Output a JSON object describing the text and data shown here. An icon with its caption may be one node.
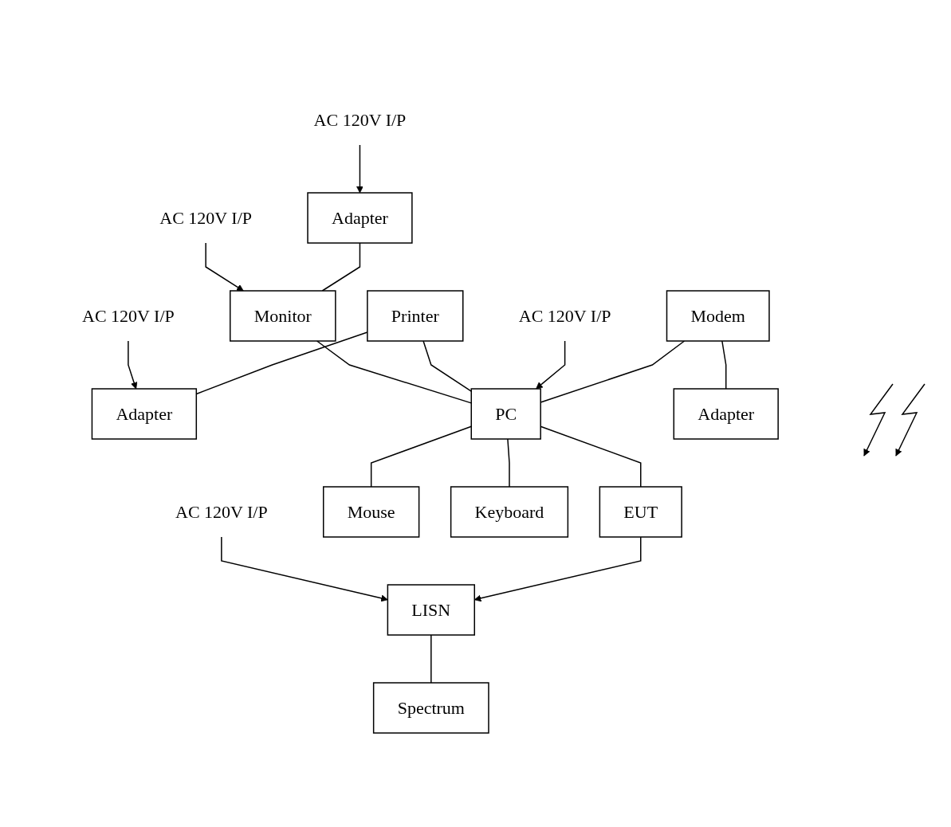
{
  "diagram": {
    "nodes": [
      {
        "text": [
          "AC 120V I/P"
        ]
      },
      {
        "text": [
          "AC 120V I/P"
        ]
      },
      {
        "text": [
          "AC 120V I/P"
        ]
      },
      {
        "text": [
          "Adapter"
        ]
      },
      {
        "text": [
          "Monitor"
        ]
      },
      {
        "text": [
          "Printer"
        ]
      },
      {
        "text": [
          "Adapter"
        ]
      },
      {
        "text": [
          "AC 120V I/P"
        ]
      },
      {
        "text": [
          "AC 120V I/P"
        ]
      },
      {
        "text": [
          "PC"
        ]
      },
      {
        "text": [
          "Modem"
        ]
      },
      {
        "text": [
          "Mouse"
        ]
      },
      {
        "text": [
          "Adapter"
        ]
      },
      {
        "text": [
          "Keyboard"
        ]
      },
      {
        "text": [
          "LISN"
        ]
      },
      {
        "text": [
          "EUT"
        ]
      },
      {
        "text": [
          "Spectrum"
        ]
      }
    ],
    "edges": [
      {
        "from": 0,
        "to": 3,
        "arrow": "to"
      },
      {
        "from": 1,
        "to": 4,
        "arrow": "to"
      },
      {
        "from": 2,
        "to": 6,
        "arrow": "to"
      },
      {
        "from": 3,
        "to": 4,
        "arrow": "none"
      },
      {
        "from": 4,
        "to": 9,
        "arrow": "none"
      },
      {
        "from": 5,
        "to": 9,
        "arrow": "none"
      },
      {
        "from": 5,
        "to": 6,
        "arrow": "none"
      },
      {
        "from": 8,
        "to": 9,
        "arrow": "to"
      },
      {
        "from": 7,
        "to": 14,
        "arrow": "to"
      },
      {
        "from": 10,
        "to": 9,
        "arrow": "none"
      },
      {
        "from": 9,
        "to": 11,
        "arrow": "none"
      },
      {
        "from": 10,
        "to": 12,
        "arrow": "none"
      },
      {
        "from": 9,
        "to": 13,
        "arrow": "none"
      },
      {
        "from": 9,
        "to": 15,
        "arrow": "none"
      },
      {
        "from": 15,
        "to": 14,
        "arrow": "to"
      },
      {
        "from": 14,
        "to": 16,
        "arrow": "none"
      }
    ]
  }
}
